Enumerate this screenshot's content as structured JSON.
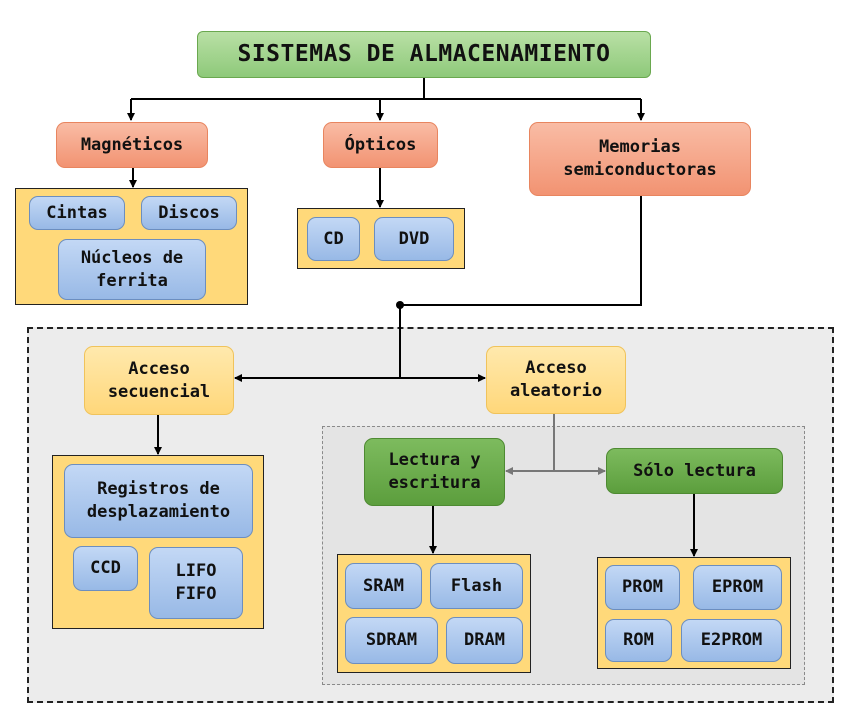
{
  "title": "SISTEMAS DE ALMACENAMIENTO",
  "categories": {
    "magneticos": {
      "label": "Magnéticos",
      "items": {
        "cintas": "Cintas",
        "discos": "Discos",
        "nucleos": "Núcleos de ferrita"
      }
    },
    "opticos": {
      "label": "Ópticos",
      "items": {
        "cd": "CD",
        "dvd": "DVD"
      }
    },
    "semiconductoras": {
      "label": "Memorias semiconductoras"
    }
  },
  "acceso": {
    "secuencial": {
      "label": "Acceso secuencial",
      "items": {
        "registros": "Registros de desplazamiento",
        "ccd": "CCD",
        "lifo_fifo": "LIFO FIFO"
      }
    },
    "aleatorio": {
      "label": "Acceso aleatorio",
      "lectura_escritura": {
        "label": "Lectura y escritura",
        "items": {
          "sram": "SRAM",
          "flash": "Flash",
          "sdram": "SDRAM",
          "dram": "DRAM"
        }
      },
      "solo_lectura": {
        "label": "Sólo lectura",
        "items": {
          "prom": "PROM",
          "eprom": "EPROM",
          "rom": "ROM",
          "e2prom": "E2PROM"
        }
      }
    }
  }
}
